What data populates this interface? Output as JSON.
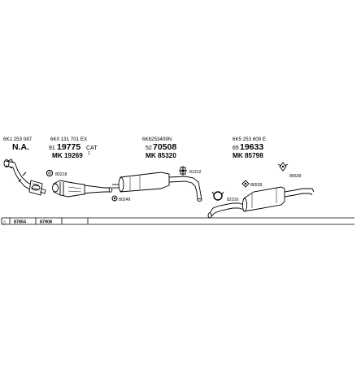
{
  "diagram": {
    "groups": [
      {
        "id": "g1",
        "part_no": "6K1 253 087",
        "ref_prefix": "",
        "ref_main": "N.A.",
        "ref_suffix": "",
        "mk": ""
      },
      {
        "id": "g2",
        "part_no": "6K0 131 701 EX",
        "ref_prefix": "91",
        "ref_main": "19775",
        "ref_suffix": "CAT",
        "mk": "MK 19269",
        "mk_sup": "1"
      },
      {
        "id": "g3",
        "part_no": "6K6253409N",
        "ref_prefix": "52",
        "ref_main": "70508",
        "ref_suffix": "",
        "mk": "MK 85320"
      },
      {
        "id": "g4",
        "part_no": "6K5 253 609 E",
        "ref_prefix": "65",
        "ref_main": "19633",
        "ref_suffix": "",
        "mk": "MK 85798"
      }
    ],
    "component_labels": {
      "c80218": "80218",
      "c80249": "80249",
      "c81312": "81312",
      "c82310": "82310",
      "c86539a": "86539",
      "c86539b": "86539"
    },
    "footer_table": {
      "symbol": "△",
      "cells": [
        "87854",
        "87908"
      ]
    }
  }
}
